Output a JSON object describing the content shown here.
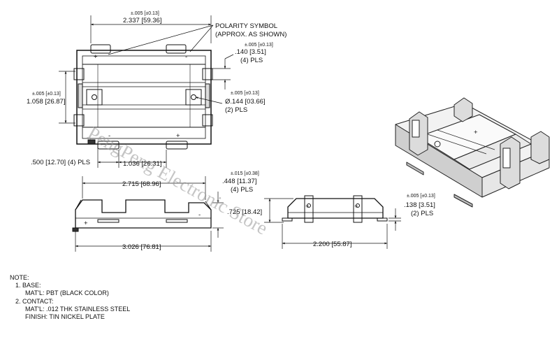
{
  "watermark": "PengPeng Electronic Store",
  "polarity": {
    "line1": "POLARITY SYMBOL",
    "line2": "(APPROX. AS SHOWN)"
  },
  "symbols": {
    "plus": "+",
    "minus": "-"
  },
  "dimensions": {
    "top_width_tol": "±.005 [±0.13]",
    "top_width": "2.337 [59.36]",
    "tab_tol": "±.005 [±0.13]",
    "tab_width": ".140 [3.51]",
    "tab_pls": "(4) PLS",
    "height_tol": "±.005 [±0.13]",
    "height": "1.058 [26.87]",
    "hole_tol": "±.005 [±0.13]",
    "hole": "Ø.144 [03.66]",
    "hole_pls": "(2) PLS",
    "bottom_left": ".500 [12.70] (4) PLS",
    "bottom_center": "1.036 [26.31]",
    "side_inner": "2.715 [68.96]",
    "side_outer": "3.026 [76.81]",
    "side_height_tol": "±.015 [±0.38]",
    "side_height": ".448 [11.37]",
    "side_height_pls": "(4) PLS",
    "end_height": ".725 [18.42]",
    "end_width": "2.200 [55.87]",
    "pin_tol": "±.005 [±0.13]",
    "pin": ".138 [3.51]",
    "pin_pls": "(2) PLS"
  },
  "notes": {
    "title": "NOTE:",
    "base_heading": "1. BASE:",
    "base_material": "MAT'L: PBT (BLACK COLOR)",
    "contact_heading": "2. CONTACT:",
    "contact_material": "MAT'L: .012 THK STAINLESS STEEL",
    "contact_finish": "FINISH:  TIN NICKEL PLATE"
  }
}
